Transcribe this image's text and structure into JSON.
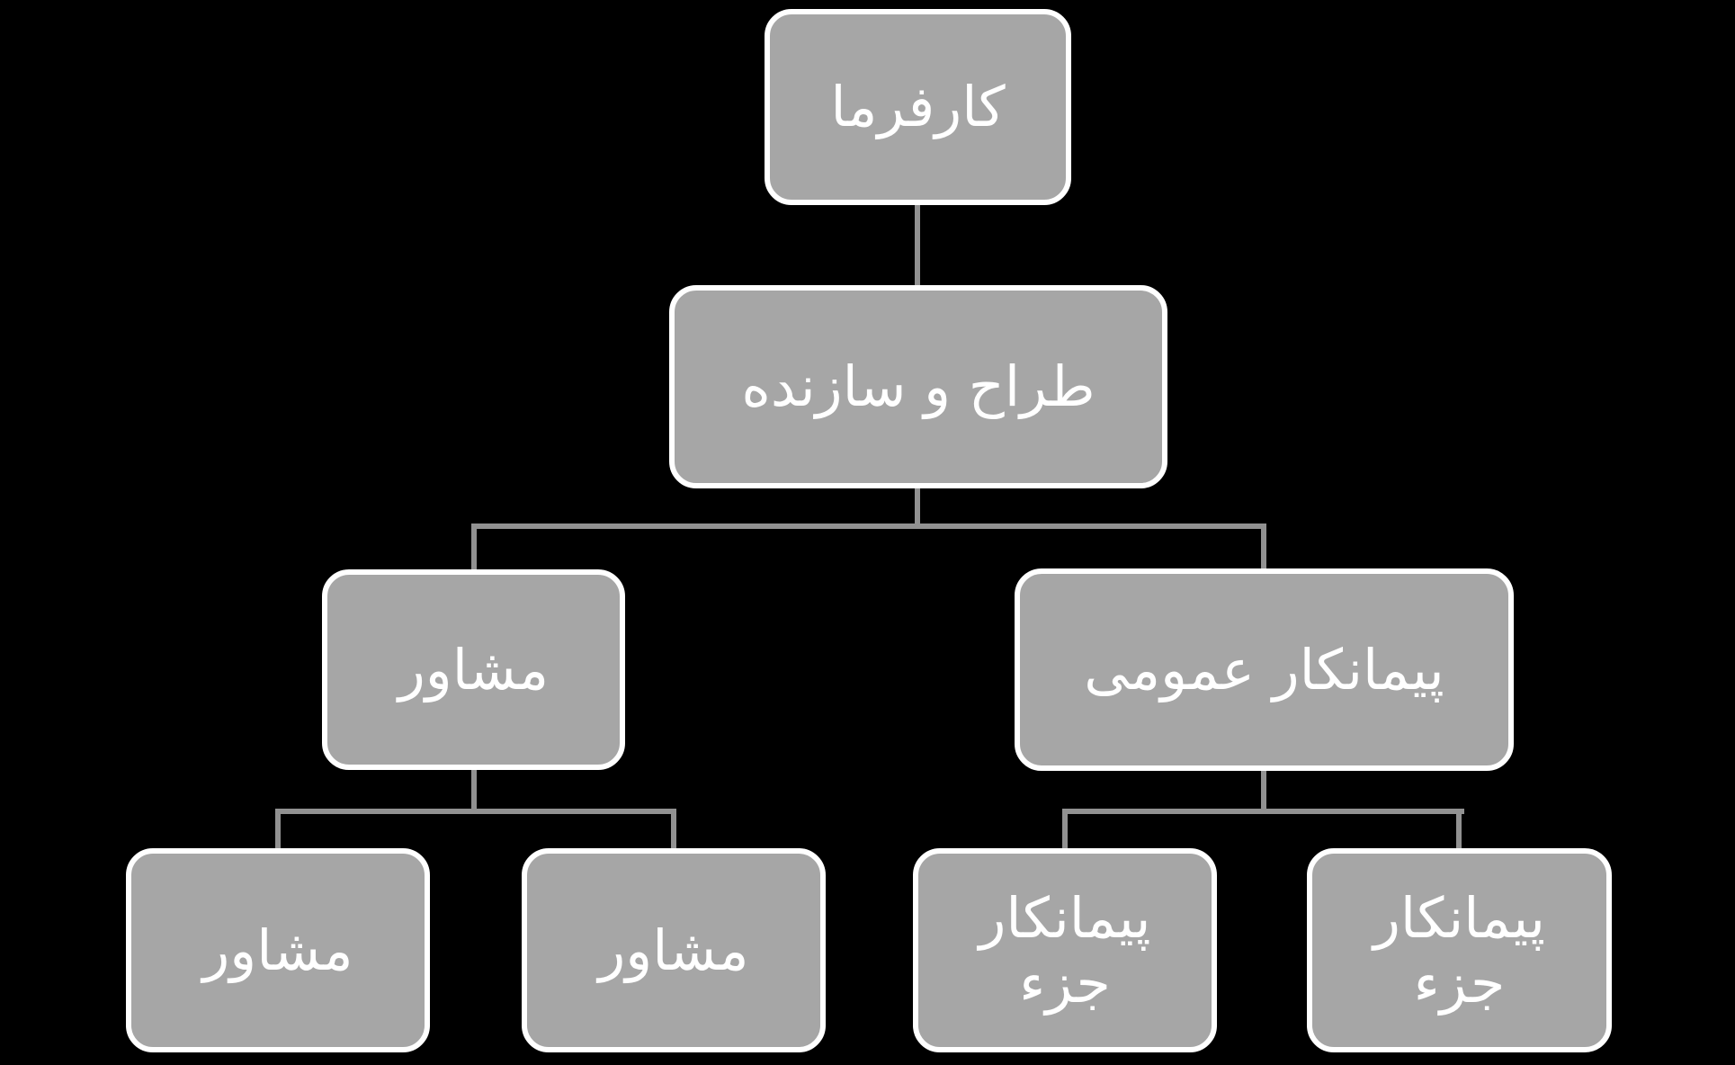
{
  "diagram": {
    "type": "org-chart",
    "colors": {
      "background": "#000000",
      "box_fill": "#a6a6a6",
      "box_border": "#ffffff",
      "text_color": "#ffffff",
      "connector_color": "#919191"
    },
    "nodes": {
      "employer": {
        "label": "کارفرما"
      },
      "design_builder": {
        "label": "طراح و سازنده"
      },
      "consultant": {
        "label": "مشاور"
      },
      "general_contractor": {
        "label": "پیمانکار عمومی"
      },
      "consultant_sub_1": {
        "label": "مشاور"
      },
      "consultant_sub_2": {
        "label": "مشاور"
      },
      "subcontractor_1": {
        "label": "پیمانکار\nجزء"
      },
      "subcontractor_2": {
        "label": "پیمانکار\nجزء"
      }
    },
    "edges": [
      {
        "from": "employer",
        "to": "design_builder"
      },
      {
        "from": "design_builder",
        "to": "consultant"
      },
      {
        "from": "design_builder",
        "to": "general_contractor"
      },
      {
        "from": "consultant",
        "to": "consultant_sub_1"
      },
      {
        "from": "consultant",
        "to": "consultant_sub_2"
      },
      {
        "from": "general_contractor",
        "to": "subcontractor_1"
      },
      {
        "from": "general_contractor",
        "to": "subcontractor_2"
      }
    ]
  }
}
